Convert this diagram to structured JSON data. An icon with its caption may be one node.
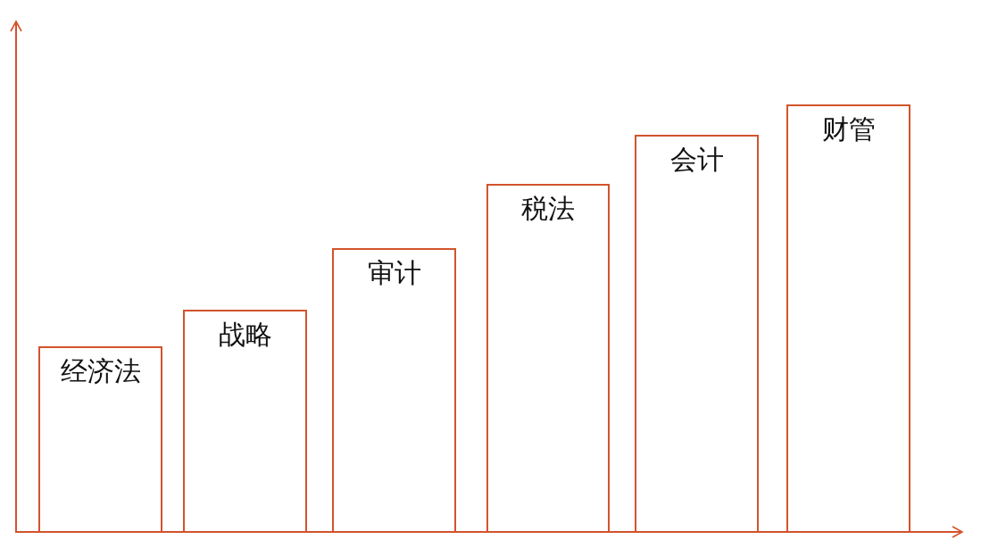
{
  "diagram": {
    "nodes": [
      {
        "text": [
          "经济法"
        ]
      },
      {
        "text": [
          "战略"
        ]
      },
      {
        "text": [
          "审计"
        ]
      },
      {
        "text": [
          "税法"
        ]
      },
      {
        "text": [
          "会计"
        ]
      },
      {
        "text": [
          "财管"
        ]
      }
    ]
  }
}
